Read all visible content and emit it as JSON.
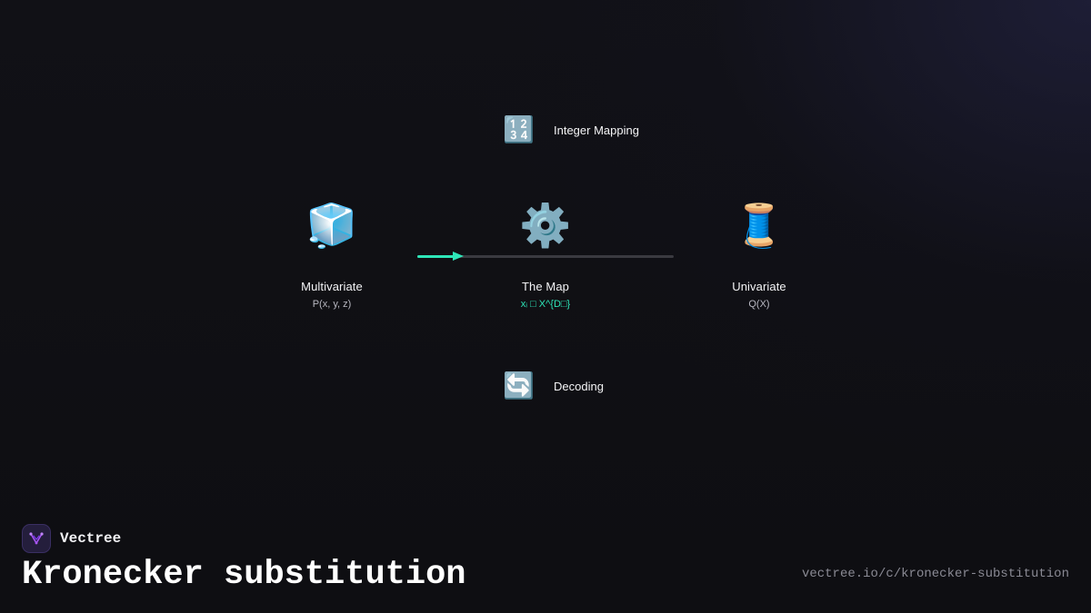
{
  "steps": {
    "integer_mapping": {
      "icon": "numbers-icon",
      "glyph": "🔢",
      "label": "Integer Mapping"
    },
    "decoding": {
      "icon": "cycle-arrows-icon",
      "glyph": "🔄",
      "label": "Decoding"
    }
  },
  "nodes": {
    "multivariate": {
      "icon": "ice-cube-icon",
      "glyph": "🧊",
      "label": "Multivariate",
      "sub": "P(x, y, z)"
    },
    "map": {
      "icon": "gear-icon",
      "glyph": "⚙️",
      "label": "The Map",
      "sub": "xᵢ □ X^{D□}"
    },
    "univariate": {
      "icon": "thread-spool-icon",
      "glyph": "🧵",
      "label": "Univariate",
      "sub": "Q(X)"
    }
  },
  "connector": {
    "progress": 0.15,
    "accent_color": "#2ee6b8",
    "track_color": "#3a3a40"
  },
  "brand": {
    "name": "Vectree",
    "logo_icon": "vectree-logo-icon",
    "logo_color": "#a855f7"
  },
  "footer": {
    "title": "Kronecker substitution",
    "url": "vectree.io/c/kronecker-substitution"
  }
}
